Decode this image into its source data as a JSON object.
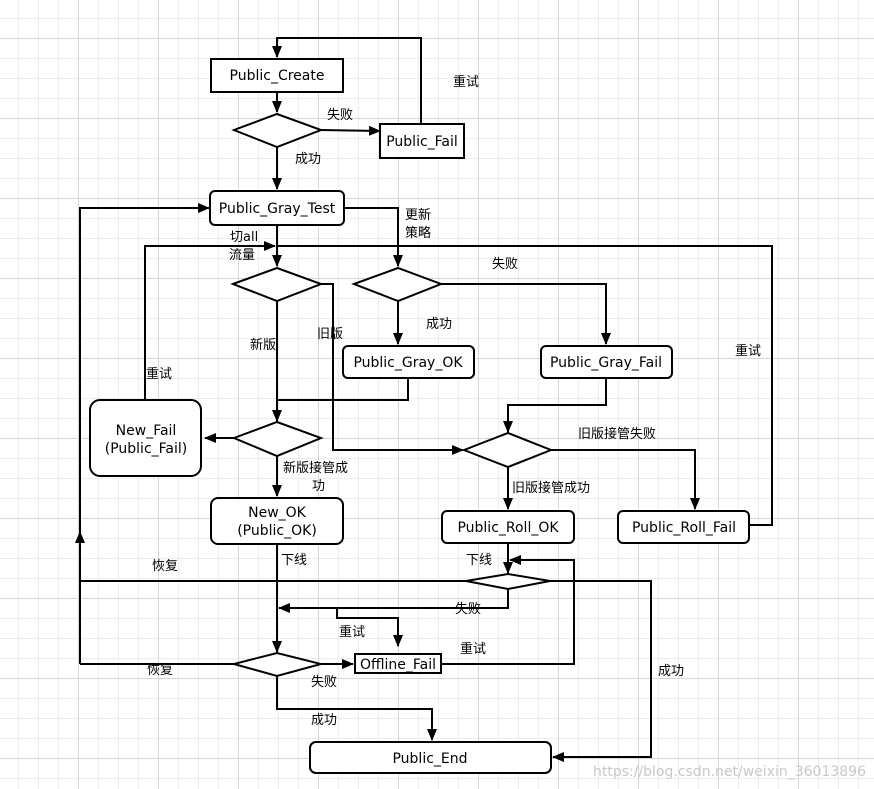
{
  "nodes": {
    "public_create": "Public_Create",
    "public_fail": "Public_Fail",
    "public_gray_test": "Public_Gray_Test",
    "public_gray_ok": "Public_Gray_OK",
    "public_gray_fail": "Public_Gray_Fail",
    "new_fail": [
      "New_Fail",
      "(Public_Fail)"
    ],
    "new_ok": [
      "New_OK",
      "(Public_OK)"
    ],
    "public_roll_ok": "Public_Roll_OK",
    "public_roll_fail": "Public_Roll_Fail",
    "offline_fail": "Offline_Fail",
    "public_end": "Public_End"
  },
  "labels": {
    "retry_top": "重试",
    "fail_create": "失败",
    "success_create": "成功",
    "update_strategy": [
      "更新",
      "策略"
    ],
    "switch_all_traffic": [
      "切all",
      "流量"
    ],
    "gray_fail": "失败",
    "gray_success": "成功",
    "new_version": "新版",
    "old_version": "旧版",
    "retry_roll": "重试",
    "retry_new": "重试",
    "old_takeover_fail": "旧版接管失败",
    "new_takeover_success": [
      "新版接管成",
      "功"
    ],
    "old_takeover_success": "旧版接管成功",
    "offline_left": "下线",
    "offline_right": "下线",
    "recover_top": "恢复",
    "recover_bottom": "恢复",
    "fail_roll_offline": "失败",
    "retry_offline_top": "重试",
    "retry_offline_right": "重试",
    "fail_offline": "失败",
    "success_offline": "成功",
    "success_roll_end": "成功"
  },
  "watermark": "https://blog.csdn.net/weixin_36013896"
}
